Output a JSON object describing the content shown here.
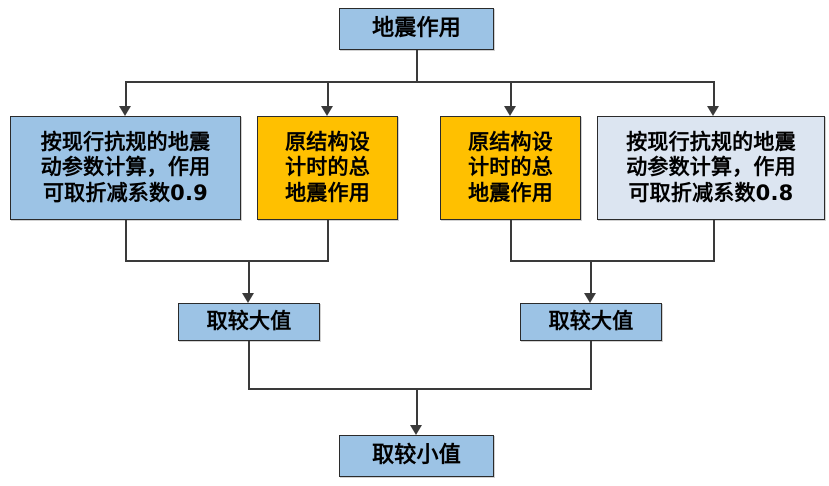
{
  "diagram": {
    "title_node": {
      "label": "地震作用",
      "fill": "#9CC3E5"
    },
    "level2": [
      {
        "id": "left-blue",
        "label": "按现行抗规的地震\n动参数计算，作用\n可取折减系数0.9",
        "fill": "#9CC3E5"
      },
      {
        "id": "left-orange",
        "label": "原结构设\n计时的总\n地震作用",
        "fill": "#FFC000"
      },
      {
        "id": "right-orange",
        "label": "原结构设\n计时的总\n地震作用",
        "fill": "#FFC000"
      },
      {
        "id": "right-blue",
        "label": "按现行抗规的地震\n动参数计算，作用\n可取折减系数0.8",
        "fill": "#DCE5F1"
      }
    ],
    "level3": [
      {
        "id": "max-left",
        "label": "取较大值",
        "fill": "#9CC3E5"
      },
      {
        "id": "max-right",
        "label": "取较大值",
        "fill": "#9CC3E5"
      }
    ],
    "level4": {
      "label": "取较小值",
      "fill": "#9CC3E5"
    },
    "connectors": {
      "line_color": "#3a3a3a",
      "arrow_style": "open-triangle-down"
    }
  }
}
